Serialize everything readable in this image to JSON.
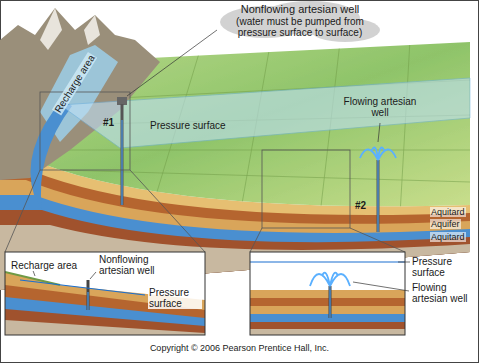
{
  "diagram": {
    "caption": "Copyright © 2006 Pearson Prentice Hall, Inc.",
    "labels": [
      "Nonflowing artesian well",
      "(water must be pumped from pressure surface to surface)",
      "Recharge area",
      "Flowing artesian well",
      "#1",
      "Pressure surface",
      "#2",
      "Aquitard",
      "Aquifer",
      "Aquitard",
      "Recharge area",
      "Nonflowing artesian well",
      "Pressure surface",
      "Pressure surface",
      "Flowing artesian well"
    ]
  }
}
